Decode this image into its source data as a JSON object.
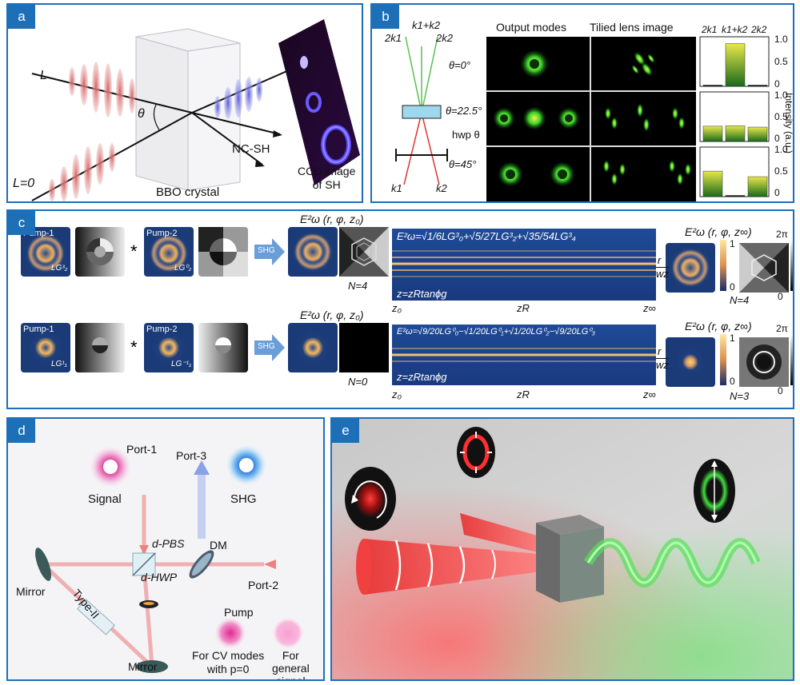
{
  "a": {
    "tag": "a",
    "L": "L",
    "L0": "L=0",
    "theta": "θ",
    "nc_sh": "NC-SH",
    "bbo": "BBO crystal",
    "ccd": [
      "CCD image",
      "of SH"
    ]
  },
  "b": {
    "tag": "b",
    "col_output": "Output modes",
    "col_lens": "Tilied lens image",
    "k1k2_top": "k1+k2",
    "k1_top": "2k1",
    "k2_top": "2k2",
    "k1_bottom": "k1",
    "k2_bottom": "k2",
    "hwp": "hwp θ",
    "angles": [
      "θ=0°",
      "θ=22.5°",
      "θ=45°"
    ],
    "bar_labels": [
      "2k1",
      "k1+k2",
      "2k2"
    ],
    "intensity_label": "Intensity (a.u.)",
    "bar_ticks": [
      "1.0",
      "0.5",
      "0"
    ],
    "bars": [
      [
        0.02,
        0.92,
        0.02
      ],
      [
        0.33,
        0.34,
        0.31
      ],
      [
        0.55,
        0.02,
        0.43
      ]
    ]
  },
  "c": {
    "tag": "c",
    "pump1": "Pump-1",
    "pump2": "Pump-2",
    "shg": "SHG",
    "star": "*",
    "lg_a1": "LG³₂",
    "lg_a2": "LG⁰₂",
    "lg_b1": "LG¹₁",
    "lg_b2": "LG⁻¹₁",
    "e_z0": "E²ω (r, φ, z₀)",
    "e_zinf": "E²ω (r, φ, z∞)",
    "N_row1_left": "N=4",
    "N_row1_right": "N=4",
    "N_row2_left": "N=0",
    "N_row2_right": "N=3",
    "eq_row1": "E²ω=√1/6LG³₀+√5/27LG³₂+√35/54LG³₄",
    "eq_row2": "E²ω=√9/20LG⁰₀−√1/20LG⁰₁+√1/20LG⁰₂−√9/20LG⁰₃",
    "z_formula": "z=zRtanϕg",
    "z_axis": [
      "z₀",
      "zR",
      "z∞"
    ],
    "r_over_w": [
      "r",
      "wz"
    ],
    "scale_ticks": [
      "1",
      "0"
    ],
    "phase_ticks": [
      "2π",
      "0"
    ]
  },
  "d": {
    "tag": "d",
    "signal": "Signal",
    "port1": "Port-1",
    "port2": "Port-2",
    "port3": "Port-3",
    "shg": "SHG",
    "pbs": "d-PBS",
    "dm": "DM",
    "mirror_top": "Mirror",
    "mirror_bottom": "Mirror",
    "hwp": "d-HWP",
    "type2": "Type-II",
    "pump": "Pump",
    "cv": [
      "For CV modes",
      "with p=0"
    ],
    "gen": [
      "For",
      "general",
      "signal"
    ]
  },
  "e": {
    "tag": "e"
  }
}
